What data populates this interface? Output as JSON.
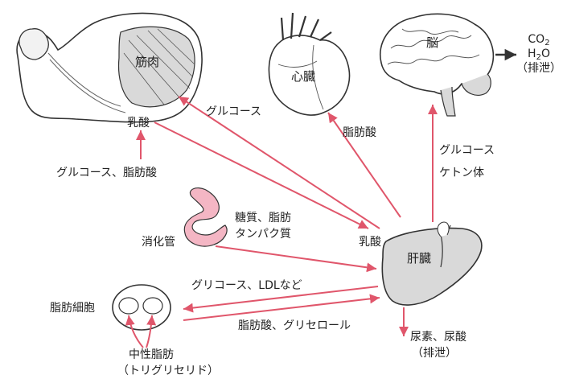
{
  "colors": {
    "arrow": "#e0566b",
    "outline": "#333333",
    "fill": "#d9d9d9",
    "gut": "#f4b6c4",
    "background": "#ffffff"
  },
  "organs": {
    "muscle": "筋肉",
    "heart": "心臓",
    "brain": "脳",
    "liver": "肝臓",
    "digestive": "消化管",
    "adipose": "脂肪細胞"
  },
  "labels": {
    "lactate_muscle": "乳酸",
    "lactate_liver": "乳酸",
    "glucose_to_muscle": "グルコース",
    "glucose_fatty_acid": "グルコース、脂肪酸",
    "fatty_acid_heart": "脂肪酸",
    "brain_glucose": "グルコース",
    "brain_ketone": "ケトン体",
    "co2_base": "CO",
    "co2_sub": "2",
    "h2o_h": "H",
    "h2o_sub": "2",
    "h2o_o": "O",
    "brain_excretion": "（排泄）",
    "digestive_sugar_fat": "糖質、脂肪",
    "digestive_protein": "タンパク質",
    "glucose_ldl": "グリコース、LDLなど",
    "fatty_acid_glycerol": "脂肪酸、グリセロール",
    "urea_uric": "尿素、尿酸",
    "urea_excretion": "（排泄）",
    "neutral_fat": "中性脂肪",
    "triglyceride": "（トリグリセリド）"
  }
}
